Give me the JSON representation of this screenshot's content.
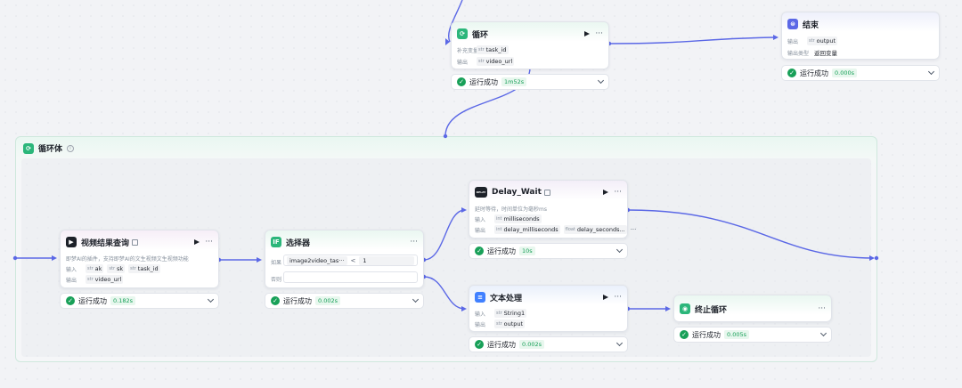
{
  "colors": {
    "wire": "#5b68e6",
    "success": "#18a058",
    "loop_icon": "#2bb67a",
    "end_icon": "#5b68e6",
    "text_icon": "#4080ff"
  },
  "loop_node": {
    "title": "循环",
    "loop_var_label": "补充变量",
    "loop_var": "task_id",
    "output_label": "输出",
    "output": "video_url",
    "type_tag": "str",
    "status": "运行成功",
    "time": "1m52s"
  },
  "end_node": {
    "title": "结束",
    "output_label": "输出",
    "output": "output",
    "output_type_tag": "str",
    "output_type_label": "输出类型",
    "output_type": "返回变量",
    "status": "运行成功",
    "time": "0.000s"
  },
  "container": {
    "title": "循环体"
  },
  "video_node": {
    "title": "视频结果查询",
    "desc": "即梦AI的插件，支持即梦AI的文生视频文生视频功能",
    "input_label": "输入",
    "inputs": [
      "ak",
      "sk",
      "task_id"
    ],
    "output_label": "输出",
    "output": "video_url",
    "type_tag": "str",
    "status": "运行成功",
    "time": "0.182s"
  },
  "cond_node": {
    "title": "选择器",
    "if_label": "如果",
    "else_label": "否则",
    "var": "image2video_tas···",
    "op": "<",
    "value": "1",
    "status": "运行成功",
    "time": "0.002s"
  },
  "delay_node": {
    "title": "Delay_Wait",
    "desc": "延时等待，时间单位为毫秒ms",
    "input_label": "输入",
    "input": "milliseconds",
    "output_label": "输出",
    "output1": "delay_milliseconds",
    "output2": "delay_seconds...",
    "type_tag_int": "int",
    "type_tag_float": "float",
    "logo_text": "DELAY",
    "status": "运行成功",
    "time": "10s"
  },
  "text_node": {
    "title": "文本处理",
    "input_label": "输入",
    "input": "String1",
    "output_label": "输出",
    "output": "output",
    "type_tag": "str",
    "status": "运行成功",
    "time": "0.002s"
  },
  "stop_node": {
    "title": "终止循环",
    "status": "运行成功",
    "time": "0.005s"
  }
}
